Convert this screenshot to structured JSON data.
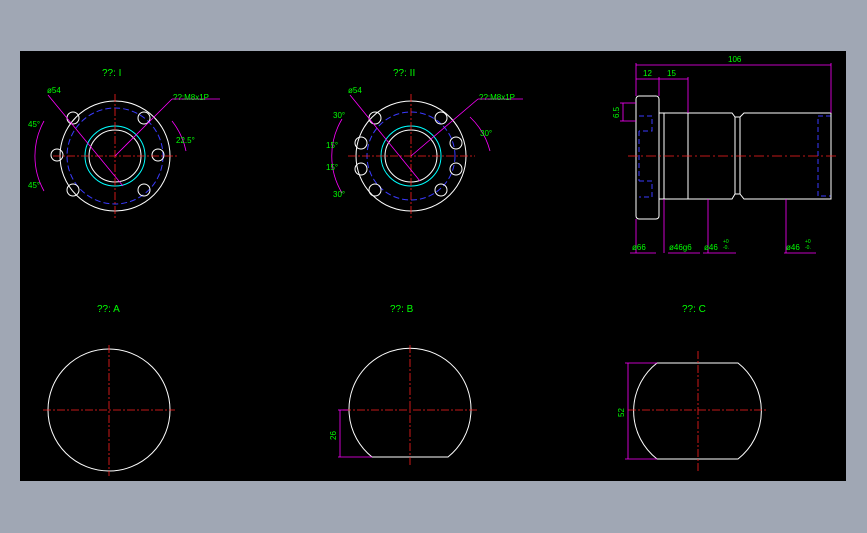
{
  "colors": {
    "background": "#000000",
    "frame": "#a0a7b4",
    "outline": "#ffffff",
    "centerline": "#ff2020",
    "dimension": "#ff00ff",
    "hidden": "#3a3aff",
    "text": "#00ff00",
    "thread": "#00ffff"
  },
  "views": {
    "flange1": {
      "title": "??: I",
      "pcd": "ø54",
      "thread": "??:M8x1P",
      "ang1": "45°",
      "ang2": "45°",
      "ang3": "22.5°"
    },
    "flange2": {
      "title": "??: II",
      "pcd": "ø54",
      "thread": "??:M8x1P",
      "ang1": "30°",
      "ang2": "30°",
      "ang3": "15°",
      "ang4": "15°",
      "ang5": "30°"
    },
    "side": {
      "overall": "106",
      "flange_thk": "12",
      "step": "15",
      "height": "6.5",
      "d1": "ø66",
      "d2": "ø46g6",
      "d3": "ø46",
      "d3_tol_up": "+0",
      "d3_tol_dn": "-0.",
      "d4": "ø46",
      "d4_tol_up": "+0",
      "d4_tol_dn": "-0."
    },
    "typeA": {
      "title": "??: A"
    },
    "typeB": {
      "title": "??: B",
      "dim": "26"
    },
    "typeC": {
      "title": "??: C",
      "dim": "52"
    }
  }
}
